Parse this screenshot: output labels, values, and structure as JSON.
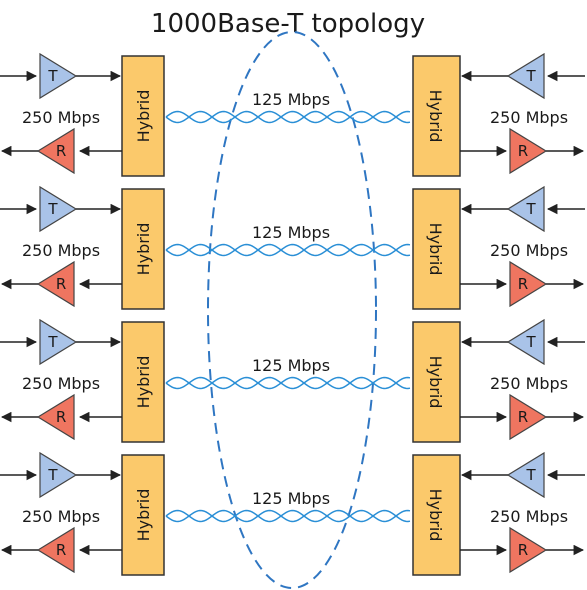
{
  "title": "1000Base-T topology",
  "channels": [
    {
      "pair_rate": "125 Mbps",
      "left_rate": "250 Mbps",
      "right_rate": "250 Mbps"
    },
    {
      "pair_rate": "125 Mbps",
      "left_rate": "250 Mbps",
      "right_rate": "250 Mbps"
    },
    {
      "pair_rate": "125 Mbps",
      "left_rate": "250 Mbps",
      "right_rate": "250 Mbps"
    },
    {
      "pair_rate": "125 Mbps",
      "left_rate": "250 Mbps",
      "right_rate": "250 Mbps"
    }
  ],
  "labels": {
    "transmitter": "T",
    "receiver": "R",
    "hybrid": "Hybrid"
  },
  "colors": {
    "transmitter": "#a9c3e8",
    "receiver": "#ef7560",
    "hybrid": "#fbc96b",
    "wire": "#2a8fd6",
    "ellipse": "#2f76c2"
  }
}
